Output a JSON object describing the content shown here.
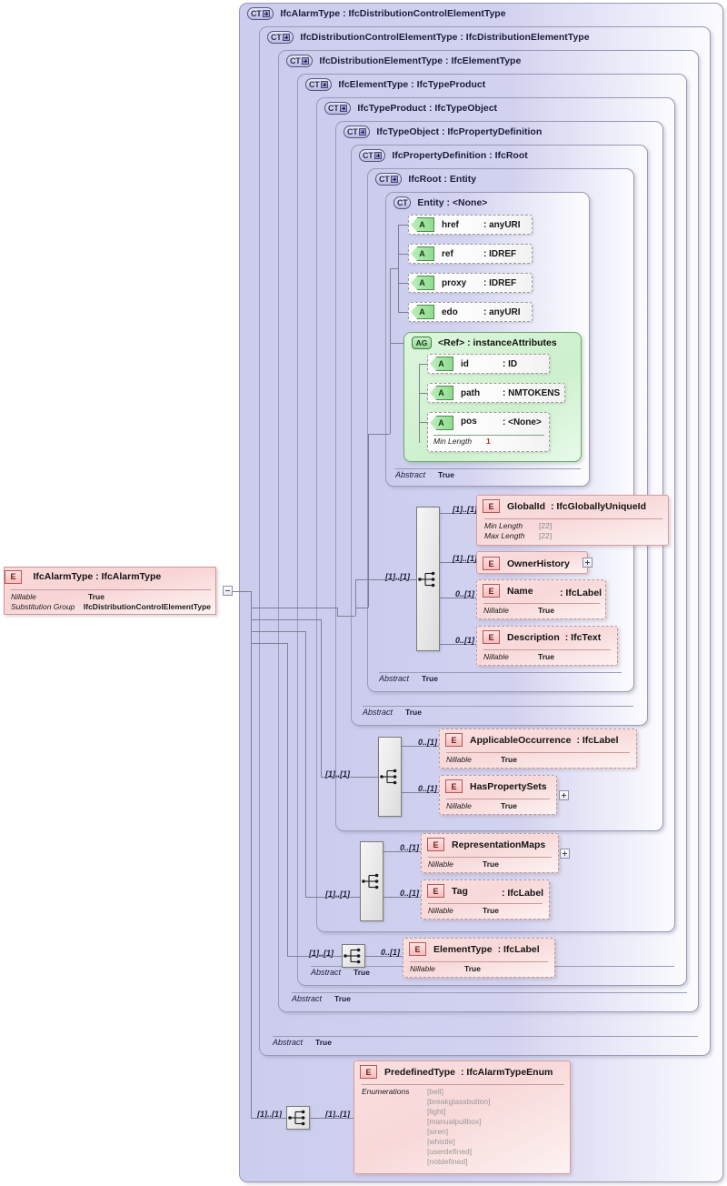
{
  "diagram": {
    "kind": "xsd-schema-diagram",
    "root_element": {
      "badge": "E",
      "title": "IfcAlarmType : IfcAlarmType",
      "facets": [
        {
          "key": "Nillable",
          "value": "True"
        },
        {
          "key": "Substitution Group",
          "value": "IfcDistributionControlElementType"
        }
      ],
      "expander": "minus"
    },
    "type_hierarchy": [
      {
        "badge": "CT",
        "expandable": true,
        "title": "IfcAlarmType : IfcDistributionControlElementType",
        "abstract": null
      },
      {
        "badge": "CT",
        "expandable": true,
        "title": "IfcDistributionControlElementType : IfcDistributionElementType",
        "abstract": null
      },
      {
        "badge": "CT",
        "expandable": true,
        "title": "IfcDistributionElementType : IfcElementType",
        "abstract": "True"
      },
      {
        "badge": "CT",
        "expandable": true,
        "title": "IfcElementType : IfcTypeProduct",
        "abstract": "True"
      },
      {
        "badge": "CT",
        "expandable": true,
        "title": "IfcTypeProduct : IfcTypeObject",
        "abstract": "True"
      },
      {
        "badge": "CT",
        "expandable": true,
        "title": "IfcTypeObject : IfcPropertyDefinition",
        "abstract": "True"
      },
      {
        "badge": "CT",
        "expandable": true,
        "title": "IfcPropertyDefinition : IfcRoot",
        "abstract": "True"
      },
      {
        "badge": "CT",
        "expandable": true,
        "title": "IfcRoot   : Entity",
        "abstract": "True"
      },
      {
        "badge": "CT",
        "expandable": false,
        "title": "Entity   : <None>",
        "abstract": "True"
      }
    ],
    "abstract_label": "Abstract",
    "entity_attributes": [
      {
        "badge": "A",
        "name": "href",
        "type": ": anyURI"
      },
      {
        "badge": "A",
        "name": "ref",
        "type": ": IDREF"
      },
      {
        "badge": "A",
        "name": "proxy",
        "type": ": IDREF"
      },
      {
        "badge": "A",
        "name": "edo",
        "type": ": anyURI"
      }
    ],
    "attribute_group": {
      "badge": "AG",
      "title": "<Ref>    : instanceAttributes",
      "attributes": [
        {
          "badge": "A",
          "name": "id",
          "type": ": ID",
          "facet": null
        },
        {
          "badge": "A",
          "name": "path",
          "type": ": NMTOKENS",
          "facet": null
        },
        {
          "badge": "A",
          "name": "pos",
          "type": ": <None>",
          "facet": {
            "key": "Min Length",
            "value": "1"
          }
        }
      ]
    },
    "ifcroot_elements": [
      {
        "badge": "E",
        "title": "GlobalId",
        "type": ": IfcGloballyUniqueId",
        "cardinality": "[1]..[1]",
        "dashed": false,
        "facets": [
          {
            "key": "Min Length",
            "value": "[22]",
            "grey": true
          },
          {
            "key": "Max Length",
            "value": "[22]",
            "grey": true
          }
        ],
        "expander": null
      },
      {
        "badge": "E",
        "title": "OwnerHistory",
        "type": "",
        "cardinality": "[1]..[1]",
        "dashed": false,
        "facets": [],
        "expander": "plus"
      },
      {
        "badge": "E",
        "title": "Name",
        "type": ": IfcLabel",
        "cardinality": "0..[1]",
        "dashed": true,
        "facets": [
          {
            "key": "Nillable",
            "value": "True",
            "grey": false
          }
        ],
        "expander": null
      },
      {
        "badge": "E",
        "title": "Description",
        "type": ": IfcText",
        "cardinality": "0..[1]",
        "dashed": true,
        "facets": [
          {
            "key": "Nillable",
            "value": "True",
            "grey": false
          }
        ],
        "expander": null
      }
    ],
    "ifctypeobject_elements": [
      {
        "badge": "E",
        "title": "ApplicableOccurrence",
        "type": ": IfcLabel",
        "cardinality": "0..[1]",
        "dashed": true,
        "facets": [
          {
            "key": "Nillable",
            "value": "True",
            "grey": false
          }
        ],
        "expander": null
      },
      {
        "badge": "E",
        "title": "HasPropertySets",
        "type": "",
        "cardinality": "0..[1]",
        "dashed": true,
        "facets": [
          {
            "key": "Nillable",
            "value": "True",
            "grey": false
          }
        ],
        "expander": "plus"
      }
    ],
    "ifctypeproduct_elements": [
      {
        "badge": "E",
        "title": "RepresentationMaps",
        "type": "",
        "cardinality": "0..[1]",
        "dashed": true,
        "facets": [
          {
            "key": "Nillable",
            "value": "True",
            "grey": false
          }
        ],
        "expander": "plus"
      },
      {
        "badge": "E",
        "title": "Tag",
        "type": ": IfcLabel",
        "cardinality": "0..[1]",
        "dashed": true,
        "facets": [
          {
            "key": "Nillable",
            "value": "True",
            "grey": false
          }
        ],
        "expander": null
      }
    ],
    "ifcelementtype_elements": [
      {
        "badge": "E",
        "title": "ElementType",
        "type": ": IfcLabel",
        "cardinality": "0..[1]",
        "dashed": true,
        "facets": [
          {
            "key": "Nillable",
            "value": "True",
            "grey": false
          }
        ],
        "expander": null
      }
    ],
    "predefined_type": {
      "badge": "E",
      "title": "PredefinedType",
      "type": ": IfcAlarmTypeEnum",
      "cardinality_left": "[1]..[1]",
      "cardinality_right": "[1]..[1]",
      "facet_key": "Enumerations",
      "enumerations": [
        "[bell]",
        "[breakglassbutton]",
        "[light]",
        "[manualpullbox]",
        "[siren]",
        "[whistle]",
        "[userdefined]",
        "[notdefined]"
      ]
    },
    "sequence_cardinalities": {
      "ifcroot": "[1]..[1]",
      "ifctypeobject": "[1]..[1]",
      "ifctypeproduct": "[1]..[1]",
      "ifcelementtype": "[1]..[1]"
    },
    "colors": {
      "container_fill": "#d2d2f0",
      "element_fill": "#f8d8d8",
      "attribute_fill": "#8fdc8f",
      "attrgroup_fill": "#cdf0cd",
      "line": "#7f7f94",
      "facet_red": "#cc2222"
    }
  }
}
